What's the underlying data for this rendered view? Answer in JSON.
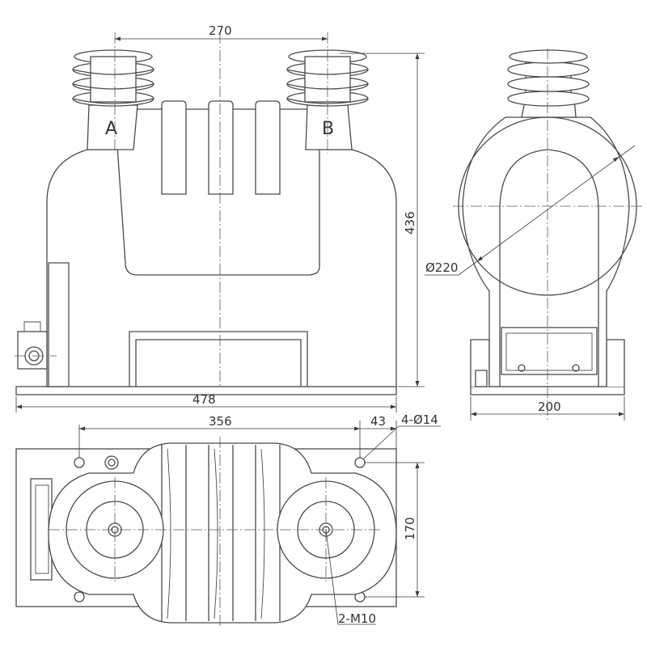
{
  "colors": {
    "line": "#4a4a4a",
    "text": "#333333",
    "background": "#ffffff"
  },
  "labels": {
    "terminal_a": "A",
    "terminal_b": "B"
  },
  "dimensions": {
    "bushing_spacing": "270",
    "height": "436",
    "diameter": "Ø220",
    "side_width": "200",
    "base_length": "478",
    "hole_spacing": "356",
    "hole_offset": "43",
    "holes": "4-Ø14",
    "base_depth": "170",
    "terminals": "2-M10"
  }
}
